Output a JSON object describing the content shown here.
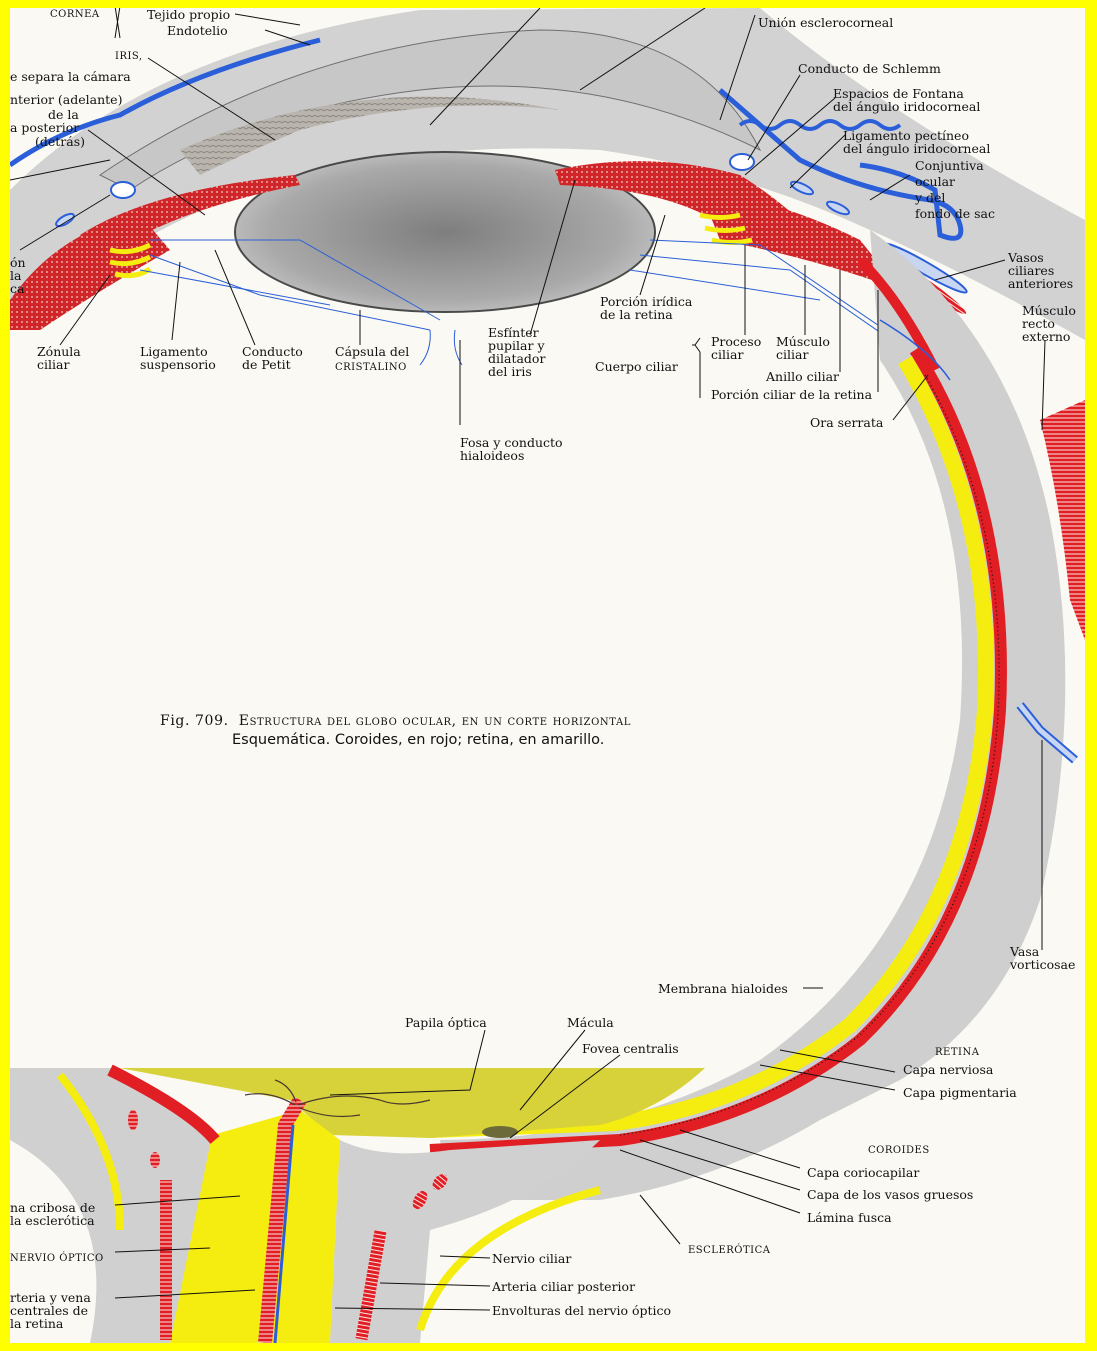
{
  "figure": {
    "caption_number": "Fig. 709.",
    "caption_title": "Estructura del globo ocular, en un corte horizontal",
    "caption_subtitle": "Esquemática. Coroides, en rojo; retina, en amarillo."
  },
  "colors": {
    "frame": "#ffff00",
    "paper": "#fbf9f3",
    "sclera": "#d2d2d2",
    "choroid": "#e01e24",
    "retina": "#f5ec10",
    "vessel_blue": "#2b5fd9",
    "leader": "#111111"
  },
  "labels": {
    "cornea": "CORNEA",
    "tejido_propio": "Tejido propio",
    "endotelio": "Endotelio",
    "iris": "IRIS,",
    "separa_camara": "e separa la cámara",
    "anterior": "nterior (adelante)",
    "de_la": "de la",
    "posterior": "a posterior",
    "detras": "(detrás)",
    "on_la_ca": "ón\nla\nca",
    "zonula": "Zónula\nciliar",
    "ligamento_suspensorio": "Ligamento\nsuspensorio",
    "conducto_petit": "Conducto\nde Petit",
    "capsula": "Cápsula del",
    "cristalino": "CRISTALINO",
    "esfinter": "Esfínter\npupilar y\ndilatador\ndel iris",
    "fosa": "Fosa y conducto\nhialoideos",
    "union": "Unión esclerocorneal",
    "schlemm": "Conducto de Schlemm",
    "fontana": "Espacios de Fontana\ndel ángulo iridocorneal",
    "pectineo": "Ligamento pectíneo\ndel ángulo iridocorneal",
    "conjuntiva": "Conjuntiva\nocular\ny del\nfondo de sac",
    "vasos_ciliares": "Vasos\nciliares\nanteriores",
    "musculo_recto": "Músculo\nrecto\nexterno",
    "porcion_iridica": "Porción irídica\nde la retina",
    "proceso_ciliar": "Proceso\nciliar",
    "musculo_ciliar": "Músculo\nciliar",
    "cuerpo_ciliar": "Cuerpo ciliar",
    "anillo_ciliar": "Anillo ciliar",
    "porcion_ciliar": "Porción ciliar de la retina",
    "ora_serrata": "Ora serrata",
    "vasa_vorticosae": "Vasa\nvorticosae",
    "membrana_hialoides": "Membrana hialoides",
    "papila": "Papila óptica",
    "macula": "Mácula",
    "fovea": "Fovea centralis",
    "retina": "RETINA",
    "capa_nerviosa": "Capa nerviosa",
    "capa_pigmentaria": "Capa pigmentaria",
    "coroides": "COROIDES",
    "coriocapilar": "Capa coriocapilar",
    "vasos_gruesos": "Capa de los vasos gruesos",
    "lamina_fusca": "Lámina fusca",
    "esclerotica": "ESCLERÓTICA",
    "cribosa": "na cribosa de\nla esclerótica",
    "nervio_optico": "NERVIO ÓPTICO",
    "arteria_vena": "rteria y vena\ncentrales de\nla retina",
    "nervio_ciliar": "Nervio ciliar",
    "arteria_ciliar": "Arteria ciliar posterior",
    "envolturas": "Envolturas del nervio óptico"
  }
}
